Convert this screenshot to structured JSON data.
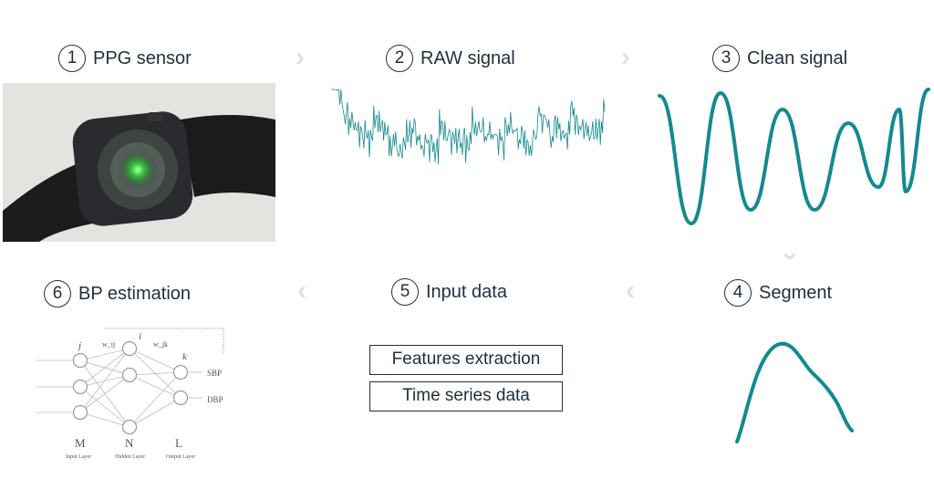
{
  "steps": [
    {
      "n": "1",
      "label": "PPG sensor"
    },
    {
      "n": "2",
      "label": "RAW signal"
    },
    {
      "n": "3",
      "label": "Clean signal"
    },
    {
      "n": "4",
      "label": "Segment"
    },
    {
      "n": "5",
      "label": "Input data"
    },
    {
      "n": "6",
      "label": "BP estimation"
    }
  ],
  "input_boxes": [
    "Features extraction",
    "Time series data"
  ],
  "network": {
    "layers": [
      {
        "letter": "M",
        "name": "Input Layer"
      },
      {
        "letter": "N",
        "name": "Hidden Layer"
      },
      {
        "letter": "L",
        "name": "Output Layer"
      }
    ],
    "node_labels": [
      "j",
      "i",
      "k"
    ],
    "weights": [
      "w_ij",
      "w_jk"
    ],
    "outputs": [
      "SBP",
      "DBP"
    ]
  },
  "colors": {
    "signal": "#138a8f",
    "text": "#1f2f3d",
    "arrow": "#dde2e6"
  }
}
